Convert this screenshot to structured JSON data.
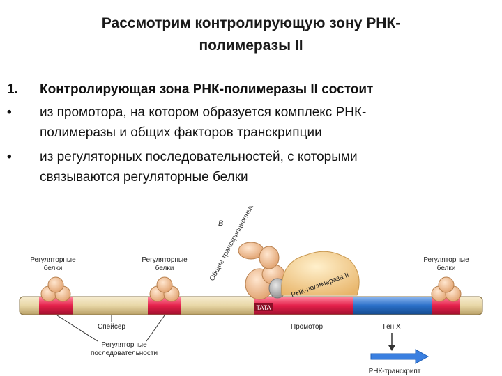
{
  "slide": {
    "title_line1": "Рассмотрим контролирующую зону РНК-",
    "title_line2": "полимеразы II",
    "items": [
      {
        "marker": "1.",
        "lines": [
          "Контролирующая зона РНК-полимеразы II состоит"
        ]
      },
      {
        "marker": "•",
        "lines": [
          "из промотора, на котором образуется комплекс РНК-",
          "полимеразы и общих факторов транскрипции"
        ]
      },
      {
        "marker": "•",
        "lines": [
          "из регуляторных последовательностей, с которыми",
          "связываются регуляторные белки"
        ]
      }
    ]
  },
  "figure": {
    "panel_letter": "В",
    "general_factors": "Общие транскрипционные факторы",
    "polymerase": "РНК-полимераза II",
    "reg_proteins_line1": "Регуляторные",
    "reg_proteins_line2": "белки",
    "tata": "TATA",
    "spacer": "Спейсер",
    "promoter": "Промотор",
    "gene": "Ген X",
    "reg_seq_line1": "Регуляторные",
    "reg_seq_line2": "последовательности",
    "transcript": "РНК-транскрипт",
    "colors": {
      "dna": "#e8d7a6",
      "promoter": "#e4204a",
      "gene": "#2a6fc8",
      "protein": "#f0b98a",
      "polymerase": "#f6d08e",
      "arrow": "#3a7fe0"
    }
  }
}
